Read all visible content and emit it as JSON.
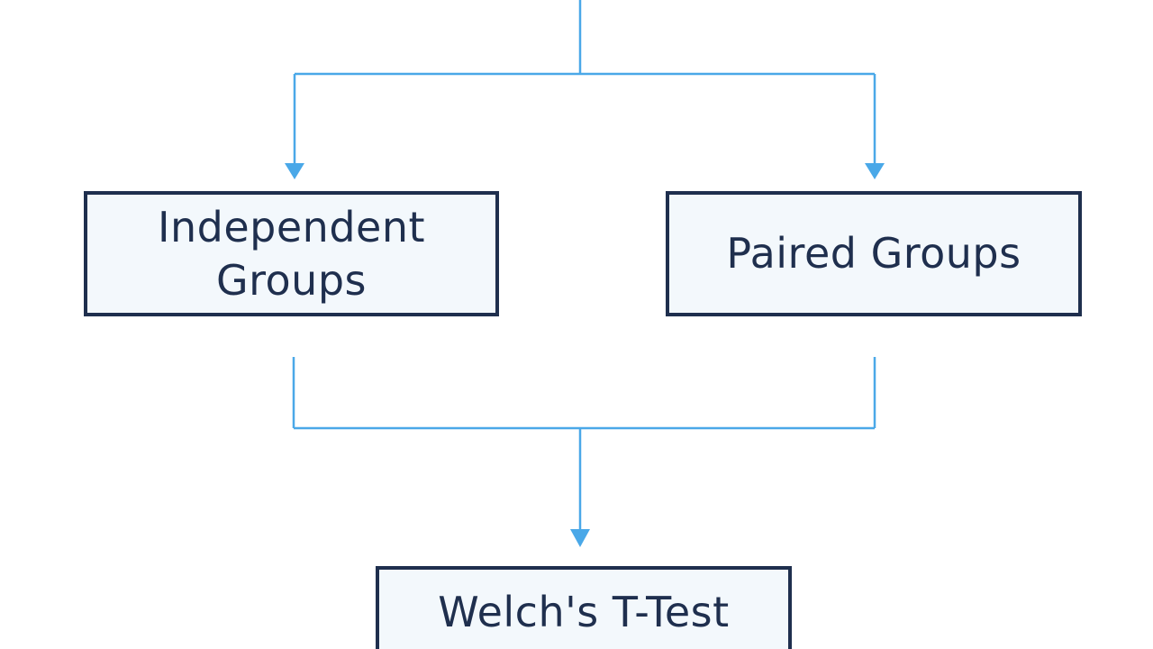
{
  "nodes": {
    "independent": "Independent Groups",
    "paired": "Paired Groups",
    "welch": "Welch's T-Test"
  },
  "colors": {
    "connector": "#4aa8e8",
    "box_border": "#1f2f4e",
    "box_fill": "#f3f8fc",
    "text": "#1f2f4e"
  }
}
